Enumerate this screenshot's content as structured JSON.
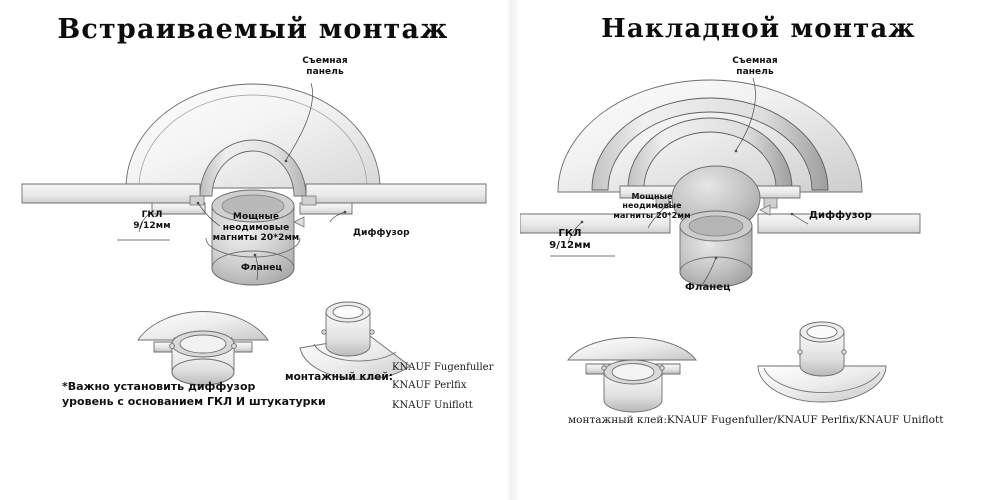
{
  "figure": {
    "kind": "technical-illustration",
    "subject": "Ceiling air diffuser mounting types",
    "background": "#ffffff",
    "ink": "#111111"
  },
  "panels": [
    {
      "id": "recessed",
      "title": "Встраиваемый монтаж",
      "labels": {
        "removable_panel": "Съемная\nпанель",
        "drywall": "ГКЛ\n9/12мм",
        "magnets": "Мощные\nнеодимовые\nмагниты 20*2мм",
        "diffuser": "Диффузор",
        "flange": "Фланец"
      },
      "note": "*Важно установить диффузор\nуровень с основанием ГКЛ И штукатурки",
      "glue": {
        "caption": "монтажный клей:",
        "items": [
          "KNAUF Fugenfuller",
          "KNAUF Perlfix",
          "KNAUF Uniflott"
        ]
      }
    },
    {
      "id": "surface",
      "title": "Накладной монтаж",
      "labels": {
        "removable_panel": "Съемная\nпанель",
        "drywall": "ГКЛ\n9/12мм",
        "magnets": "Мощные\nнеодимовые\nмагниты 20*2мм",
        "diffuser": "Диффузор",
        "flange": "Фланец"
      },
      "glue_line": "монтажный клей:KNAUF Fugenfuller/KNAUF Perlfix/KNAUF Uniflott"
    }
  ]
}
